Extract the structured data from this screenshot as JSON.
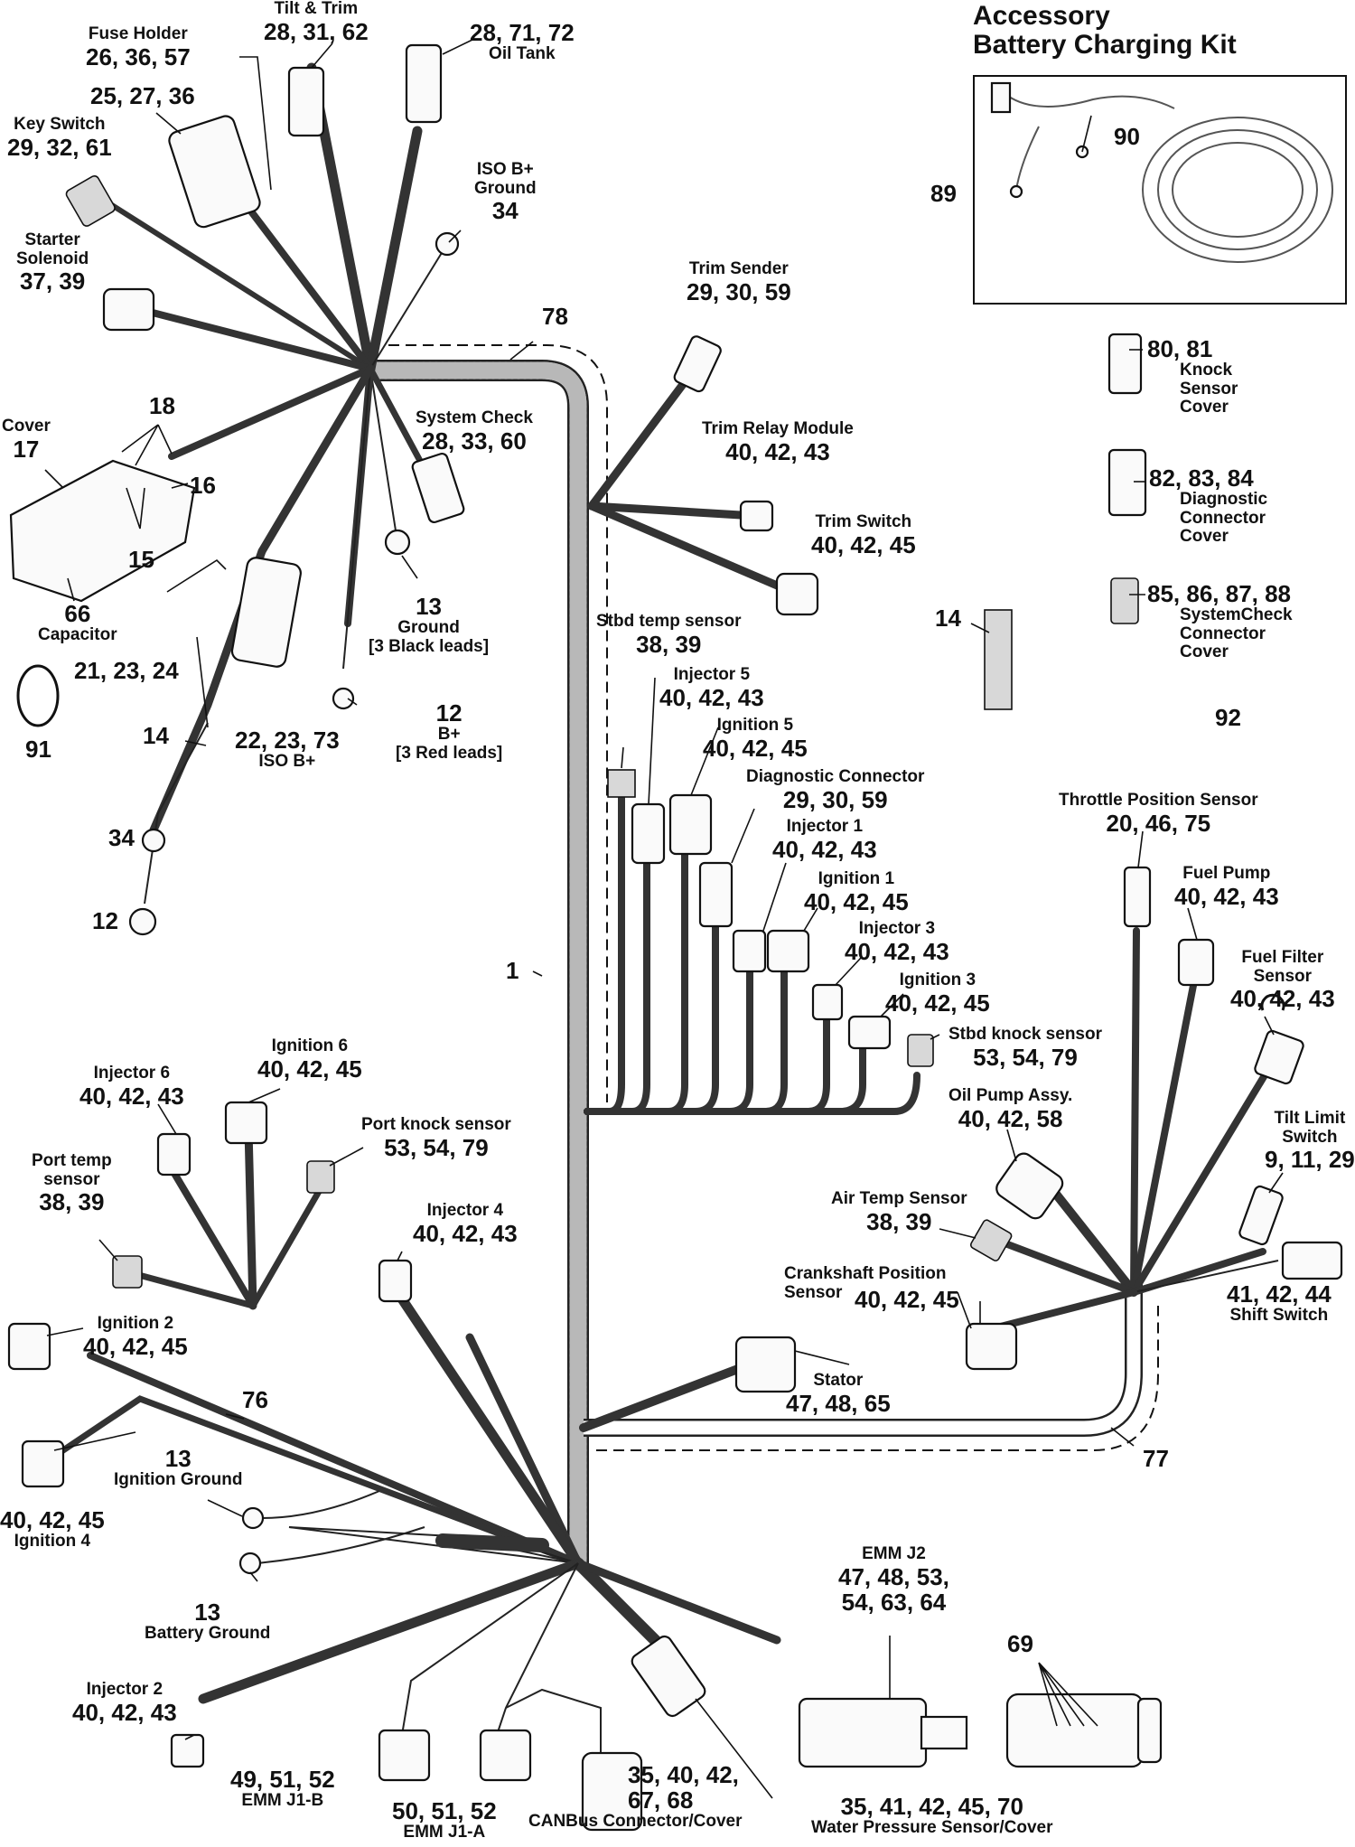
{
  "labels": {
    "fuse_holder": {
      "name": "Fuse Holder",
      "nums": "26, 36, 57"
    },
    "fuse_holder_b": {
      "nums": "25, 27, 36"
    },
    "tilt_trim": {
      "name": "Tilt & Trim",
      "nums": "28, 31, 62"
    },
    "oil_tank": {
      "name": "Oil Tank",
      "nums": "28, 71, 72"
    },
    "key_switch": {
      "name": "Key Switch",
      "nums": "29, 32, 61"
    },
    "iso_ground": {
      "name1": "ISO B+",
      "name2": "Ground",
      "nums": "34"
    },
    "starter_solenoid": {
      "name1": "Starter",
      "name2": "Solenoid",
      "nums": "37, 39"
    },
    "harness_78": {
      "nums": "78"
    },
    "trim_sender": {
      "name": "Trim Sender",
      "nums": "29, 30, 59"
    },
    "cover": {
      "name": "Cover",
      "nums": "17"
    },
    "cover_18": {
      "nums": "18"
    },
    "cover_16": {
      "nums": "16"
    },
    "cover_15": {
      "nums": "15"
    },
    "system_check": {
      "name": "System Check",
      "nums": "28, 33, 60"
    },
    "trim_relay": {
      "name": "Trim Relay Module",
      "nums": "40, 42, 43"
    },
    "trim_switch": {
      "name": "Trim Switch",
      "nums": "40, 42, 45"
    },
    "capacitor": {
      "name": "Capacitor",
      "nums": "66"
    },
    "ground_13": {
      "nums": "13",
      "name1": "Ground",
      "name2": "[3 Black leads]"
    },
    "item_21": {
      "nums": "21, 23, 24"
    },
    "item_14_left": {
      "nums": "14"
    },
    "iso_b_plus": {
      "nums": "22, 23, 73",
      "name": "ISO B+"
    },
    "b_plus_12": {
      "nums": "12",
      "name1": "B+",
      "name2": "[3 Red leads]"
    },
    "item_91": {
      "nums": "91"
    },
    "item_34": {
      "nums": "34"
    },
    "item_12": {
      "nums": "12"
    },
    "item_14_right": {
      "nums": "14"
    },
    "stbd_temp": {
      "name": "Stbd temp sensor",
      "nums": "38, 39"
    },
    "injector_5": {
      "name": "Injector 5",
      "nums": "40, 42, 43"
    },
    "ignition_5": {
      "name": "Ignition 5",
      "nums": "40, 42, 45"
    },
    "diag_conn": {
      "name": "Diagnostic Connector",
      "nums": "29, 30, 59"
    },
    "injector_1": {
      "name": "Injector 1",
      "nums": "40, 42, 43"
    },
    "ignition_1": {
      "name": "Ignition 1",
      "nums": "40, 42, 45"
    },
    "injector_3": {
      "name": "Injector 3",
      "nums": "40, 42, 43"
    },
    "ignition_3": {
      "name": "Ignition 3",
      "nums": "40, 42, 45"
    },
    "stbd_knock": {
      "name": "Stbd knock sensor",
      "nums": "53, 54, 79"
    },
    "harness_1": {
      "nums": "1"
    },
    "throttle": {
      "name": "Throttle Position Sensor",
      "nums": "20, 46, 75"
    },
    "fuel_pump": {
      "name": "Fuel Pump",
      "nums": "40, 42, 43"
    },
    "fuel_filter": {
      "name1": "Fuel Filter",
      "name2": "Sensor",
      "nums": "40, 42, 43"
    },
    "oil_pump": {
      "name": "Oil Pump Assy.",
      "nums": "40, 42, 58"
    },
    "tilt_limit": {
      "name1": "Tilt Limit",
      "name2": "Switch",
      "nums": "9, 11, 29"
    },
    "air_temp": {
      "name": "Air Temp Sensor",
      "nums": "38, 39"
    },
    "crankshaft": {
      "name1": "Crankshaft Position",
      "name2": "Sensor",
      "nums": "40, 42, 45"
    },
    "shift_switch": {
      "nums": "41, 42, 44",
      "name": "Shift Switch"
    },
    "stator": {
      "name": "Stator",
      "nums": "47, 48, 65"
    },
    "harness_77": {
      "nums": "77"
    },
    "ignition_6": {
      "name": "Ignition 6",
      "nums": "40, 42, 45"
    },
    "injector_6": {
      "name": "Injector 6",
      "nums": "40, 42, 43"
    },
    "port_knock": {
      "name": "Port knock sensor",
      "nums": "53, 54, 79"
    },
    "port_temp": {
      "name1": "Port temp",
      "name2": "sensor",
      "nums": "38, 39"
    },
    "injector_4": {
      "name": "Injector 4",
      "nums": "40, 42, 43"
    },
    "ignition_2": {
      "name": "Ignition 2",
      "nums": "40, 42, 45"
    },
    "harness_76": {
      "nums": "76"
    },
    "ignition_ground": {
      "nums": "13",
      "name": "Ignition Ground"
    },
    "ignition_4": {
      "nums": "40, 42, 45",
      "name": "Ignition 4"
    },
    "battery_ground": {
      "nums": "13",
      "name": "Battery Ground"
    },
    "emm_j2": {
      "name": "EMM J2",
      "nums1": "47, 48, 53,",
      "nums2": "54, 63, 64"
    },
    "item_69": {
      "nums": "69"
    },
    "injector_2": {
      "name": "Injector 2",
      "nums": "40, 42, 43"
    },
    "emm_j1b": {
      "nums": "49, 51, 52",
      "name": "EMM J1-B"
    },
    "emm_j1a": {
      "nums": "50, 51, 52",
      "name": "EMM J1-A"
    },
    "canbus": {
      "nums1": "35, 40, 42,",
      "nums2": "67, 68",
      "name": "CANBus Connector/Cover"
    },
    "water_pressure": {
      "nums": "35, 41, 42, 45, 70",
      "name": "Water Pressure Sensor/Cover"
    }
  },
  "accessory": {
    "title1": "Accessory",
    "title2": "Battery Charging Kit",
    "kit_nums": "89",
    "item_90": "90"
  },
  "covers": {
    "knock": {
      "nums": "80, 81",
      "name1": "Knock",
      "name2": "Sensor",
      "name3": "Cover"
    },
    "diagnostic": {
      "nums": "82, 83, 84",
      "name1": "Diagnostic",
      "name2": "Connector",
      "name3": "Cover"
    },
    "systemcheck": {
      "nums": "85, 86, 87, 88",
      "name1": "SystemCheck",
      "name2": "Connector",
      "name3": "Cover"
    },
    "clip": {
      "nums": "92"
    }
  }
}
